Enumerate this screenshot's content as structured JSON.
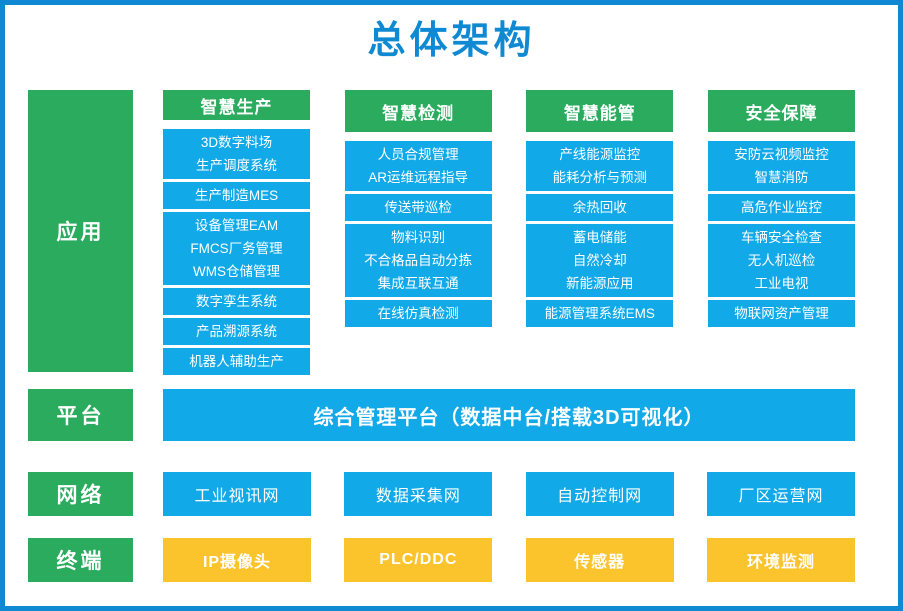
{
  "title": "总体架构",
  "colors": {
    "blue": "#12a9e8",
    "frame_blue": "#1089d3",
    "green": "#2aab5e",
    "yellow": "#fbc32c",
    "white": "#ffffff"
  },
  "layers": [
    {
      "id": "application",
      "label": "应用"
    },
    {
      "id": "platform",
      "label": "平台"
    },
    {
      "id": "network",
      "label": "网络"
    },
    {
      "id": "terminal",
      "label": "终端"
    }
  ],
  "application": {
    "columns": [
      {
        "header": "智慧生产",
        "groups": [
          [
            "3D数字料场",
            "生产调度系统"
          ],
          [
            "生产制造MES"
          ],
          [
            "设备管理EAM",
            "FMCS厂务管理",
            "WMS仓储管理"
          ],
          [
            "数字孪生系统"
          ],
          [
            "产品溯源系统"
          ],
          [
            "机器人辅助生产"
          ]
        ]
      },
      {
        "header": "智慧检测",
        "groups": [
          [
            "人员合规管理",
            "AR运维远程指导"
          ],
          [
            "传送带巡检"
          ],
          [
            "物料识别",
            "不合格品自动分拣",
            "集成互联互通"
          ],
          [
            "在线仿真检测"
          ]
        ]
      },
      {
        "header": "智慧能管",
        "groups": [
          [
            "产线能源监控",
            "能耗分析与预测"
          ],
          [
            "余热回收"
          ],
          [
            "蓄电储能",
            "自然冷却",
            "新能源应用"
          ],
          [
            "能源管理系统EMS"
          ]
        ]
      },
      {
        "header": "安全保障",
        "groups": [
          [
            "安防云视频监控",
            "智慧消防"
          ],
          [
            "高危作业监控"
          ],
          [
            "车辆安全检查",
            "无人机巡检",
            "工业电视"
          ],
          [
            "物联网资产管理"
          ]
        ]
      }
    ]
  },
  "platform": {
    "bar_label": "综合管理平台（数据中台/搭载3D可视化）"
  },
  "network": {
    "boxes": [
      "工业视讯网",
      "数据采集网",
      "自动控制网",
      "厂区运营网"
    ]
  },
  "terminal": {
    "boxes": [
      "IP摄像头",
      "PLC/DDC",
      "传感器",
      "环境监测"
    ]
  }
}
